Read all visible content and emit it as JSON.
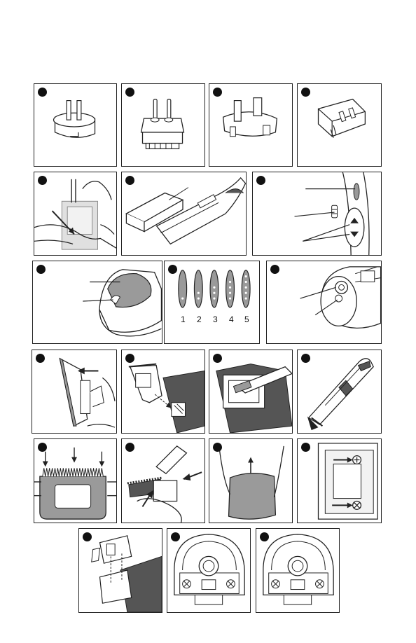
{
  "led_panel": {
    "levels": [
      "1",
      "2",
      "3",
      "4",
      "5"
    ],
    "lit_dots": [
      1,
      2,
      3,
      4,
      5
    ]
  },
  "colors": {
    "line": "#222222",
    "fill_gray": "#9a9a9a",
    "fill_light": "#e6e6e6",
    "step_dot": "#111111"
  },
  "icons": [
    "plug-adapter-au-icon",
    "plug-adapter-eu-icon",
    "plug-adapter-uk-icon",
    "plug-adapter-us-icon",
    "blade-guide-icon",
    "battery-pack-icon",
    "switch-icon",
    "charging-stand-icon",
    "led-indicator-icon",
    "socket-icon",
    "blade-remove-icon",
    "blade-install-icon",
    "cleaning-brush-icon",
    "clipper-icon",
    "blade-alignment-icon",
    "oiling-icon",
    "blade-guard-icon",
    "screw-icon",
    "assembly-icon",
    "motor-housing-icon"
  ]
}
